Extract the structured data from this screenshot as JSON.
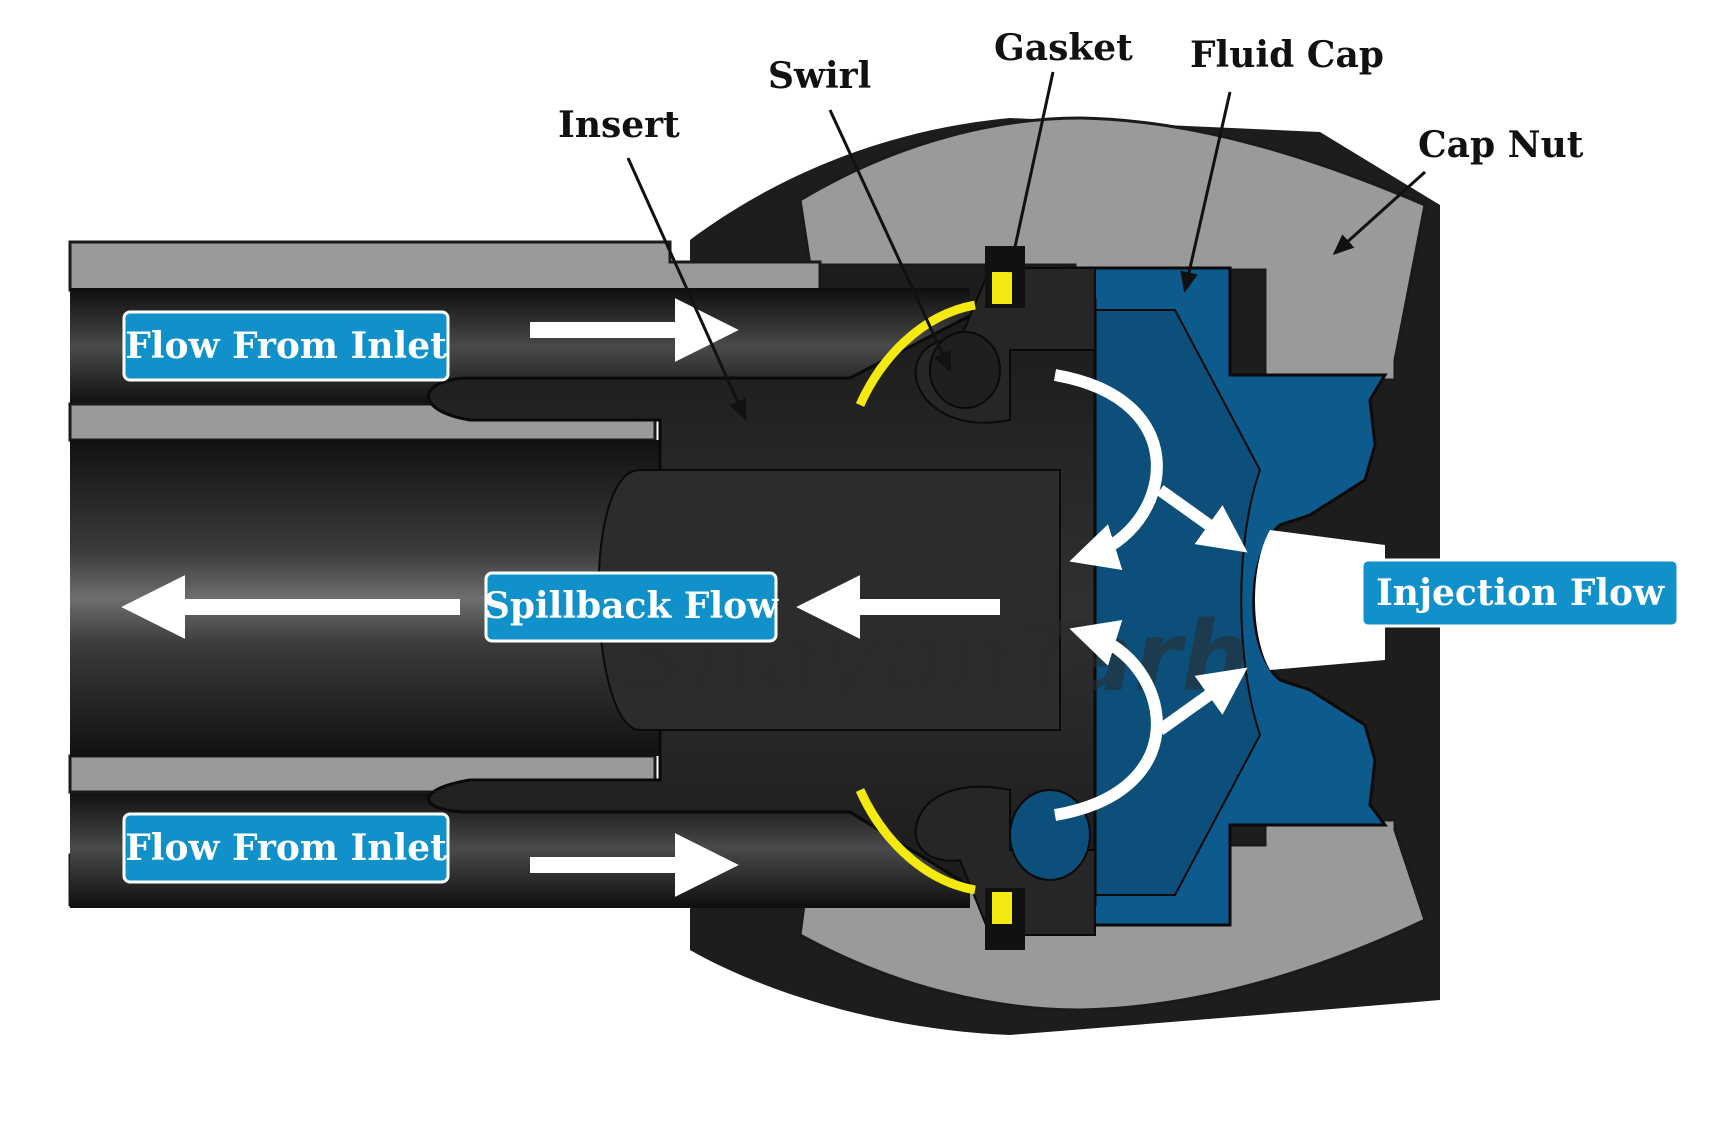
{
  "labels": {
    "insert": "Insert",
    "swirl": "Swirl",
    "gasket": "Gasket",
    "fluid_cap": "Fluid Cap",
    "cap_nut": "Cap Nut"
  },
  "badges": {
    "flow_from_inlet_top": "Flow From Inlet",
    "flow_from_inlet_bottom": "Flow From Inlet",
    "spillback_flow": "Spillback Flow",
    "injection_flow": "Injection Flow"
  },
  "watermark": "ShayanTarh",
  "colors": {
    "badge_fill": "#1191c9",
    "fluid_cap_blue": "#0d5a8c",
    "gasket_yellow": "#f4ea10",
    "cap_nut_gray": "#9a9a9a",
    "body_dark": "#1b1b1b"
  }
}
